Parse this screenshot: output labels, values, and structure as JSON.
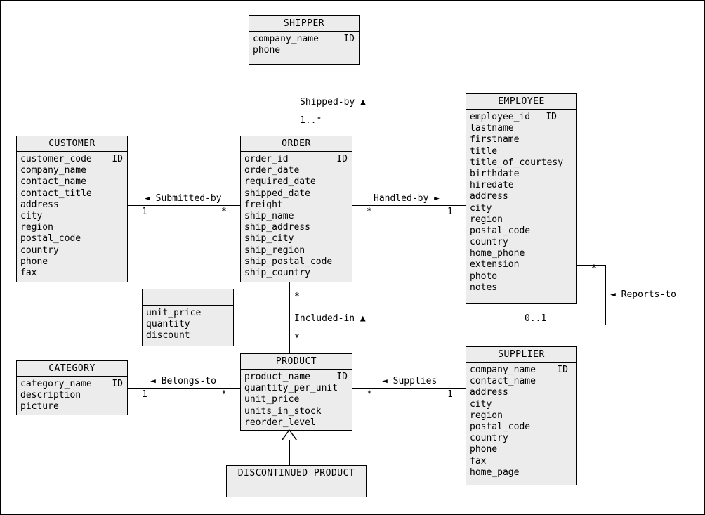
{
  "diagram": {
    "type": "uml-class-diagram",
    "notation": "UML",
    "background": "#ffffff",
    "entity_fill": "#ececec",
    "entity_stroke": "#000000"
  },
  "entities": [
    {
      "id": "shipper",
      "name": "SHIPPER",
      "attributes": [
        {
          "name": "company_name",
          "key": "ID"
        },
        {
          "name": "phone",
          "key": ""
        }
      ]
    },
    {
      "id": "customer",
      "name": "CUSTOMER",
      "attributes": [
        {
          "name": "customer_code",
          "key": "ID"
        },
        {
          "name": "company_name",
          "key": ""
        },
        {
          "name": "contact_name",
          "key": ""
        },
        {
          "name": "contact_title",
          "key": ""
        },
        {
          "name": "address",
          "key": ""
        },
        {
          "name": "city",
          "key": ""
        },
        {
          "name": "region",
          "key": ""
        },
        {
          "name": "postal_code",
          "key": ""
        },
        {
          "name": "country",
          "key": ""
        },
        {
          "name": "phone",
          "key": ""
        },
        {
          "name": "fax",
          "key": ""
        }
      ]
    },
    {
      "id": "order",
      "name": "ORDER",
      "attributes": [
        {
          "name": "order_id",
          "key": "ID"
        },
        {
          "name": "order_date",
          "key": ""
        },
        {
          "name": "required_date",
          "key": ""
        },
        {
          "name": "shipped_date",
          "key": ""
        },
        {
          "name": "freight",
          "key": ""
        },
        {
          "name": "ship_name",
          "key": ""
        },
        {
          "name": "ship_address",
          "key": ""
        },
        {
          "name": "ship_city",
          "key": ""
        },
        {
          "name": "ship_region",
          "key": ""
        },
        {
          "name": "ship_postal_code",
          "key": ""
        },
        {
          "name": "ship_country",
          "key": ""
        }
      ]
    },
    {
      "id": "employee",
      "name": "EMPLOYEE",
      "attributes": [
        {
          "name": "employee_id",
          "key": "ID"
        },
        {
          "name": "lastname",
          "key": ""
        },
        {
          "name": "firstname",
          "key": ""
        },
        {
          "name": "title",
          "key": ""
        },
        {
          "name": "title_of_courtesy",
          "key": ""
        },
        {
          "name": "birthdate",
          "key": ""
        },
        {
          "name": "hiredate",
          "key": ""
        },
        {
          "name": "address",
          "key": ""
        },
        {
          "name": "city",
          "key": ""
        },
        {
          "name": "region",
          "key": ""
        },
        {
          "name": "postal_code",
          "key": ""
        },
        {
          "name": "country",
          "key": ""
        },
        {
          "name": "home_phone",
          "key": ""
        },
        {
          "name": "extension",
          "key": ""
        },
        {
          "name": "photo",
          "key": ""
        },
        {
          "name": "notes",
          "key": ""
        }
      ]
    },
    {
      "id": "orderdetail",
      "name": "",
      "attributes": [
        {
          "name": "unit_price",
          "key": ""
        },
        {
          "name": "quantity",
          "key": ""
        },
        {
          "name": "discount",
          "key": ""
        }
      ]
    },
    {
      "id": "category",
      "name": "CATEGORY",
      "attributes": [
        {
          "name": "category_name",
          "key": "ID"
        },
        {
          "name": "description",
          "key": ""
        },
        {
          "name": "picture",
          "key": ""
        }
      ]
    },
    {
      "id": "product",
      "name": "PRODUCT",
      "attributes": [
        {
          "name": "product_name",
          "key": "ID"
        },
        {
          "name": "quantity_per_unit",
          "key": ""
        },
        {
          "name": "unit_price",
          "key": ""
        },
        {
          "name": "units_in_stock",
          "key": ""
        },
        {
          "name": "reorder_level",
          "key": ""
        }
      ]
    },
    {
      "id": "supplier",
      "name": "SUPPLIER",
      "attributes": [
        {
          "name": "company_name",
          "key": "ID"
        },
        {
          "name": "contact_name",
          "key": ""
        },
        {
          "name": "address",
          "key": ""
        },
        {
          "name": "city",
          "key": ""
        },
        {
          "name": "region",
          "key": ""
        },
        {
          "name": "postal_code",
          "key": ""
        },
        {
          "name": "country",
          "key": ""
        },
        {
          "name": "phone",
          "key": ""
        },
        {
          "name": "fax",
          "key": ""
        },
        {
          "name": "home_page",
          "key": ""
        }
      ]
    },
    {
      "id": "discontinued",
      "name": "DISCONTINUED PRODUCT",
      "attributes": []
    }
  ],
  "relationships": [
    {
      "id": "shipped-by",
      "label": "Shipped-by ▲",
      "from": "shipper",
      "to": "order",
      "source_multiplicity": "",
      "target_multiplicity": "1..*"
    },
    {
      "id": "submitted-by",
      "label": "◄ Submitted-by",
      "from": "customer",
      "to": "order",
      "source_multiplicity": "1",
      "target_multiplicity": "*"
    },
    {
      "id": "handled-by",
      "label": "Handled-by ►",
      "from": "order",
      "to": "employee",
      "source_multiplicity": "*",
      "target_multiplicity": "1"
    },
    {
      "id": "reports-to",
      "label": "◄ Reports-to",
      "from": "employee",
      "to": "employee",
      "source_multiplicity": "*",
      "target_multiplicity": "0..1"
    },
    {
      "id": "included-in",
      "label": "Included-in ▲",
      "from": "order",
      "to": "product",
      "source_multiplicity": "*",
      "target_multiplicity": "*",
      "association_class": "orderdetail"
    },
    {
      "id": "belongs-to",
      "label": "◄ Belongs-to",
      "from": "category",
      "to": "product",
      "source_multiplicity": "1",
      "target_multiplicity": "*"
    },
    {
      "id": "supplies",
      "label": "◄ Supplies",
      "from": "product",
      "to": "supplier",
      "source_multiplicity": "*",
      "target_multiplicity": "1"
    },
    {
      "id": "generalization-product",
      "label": "",
      "from": "discontinued",
      "to": "product",
      "source_multiplicity": "",
      "target_multiplicity": "",
      "kind": "generalization"
    }
  ]
}
